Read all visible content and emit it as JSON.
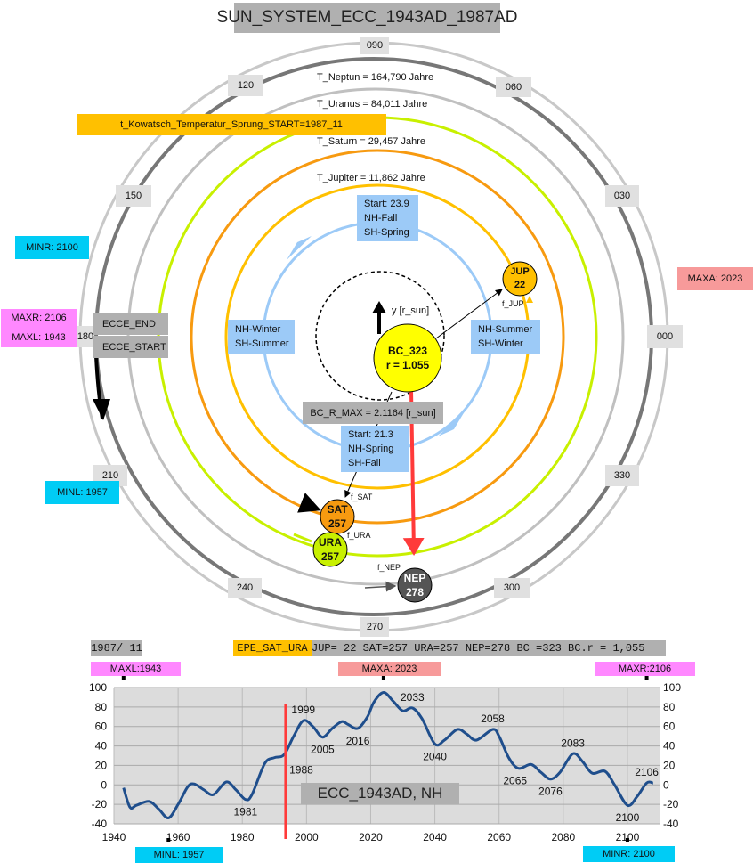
{
  "title": "SUN_SYSTEM_ECC_1943AD_1987AD",
  "angles": [
    "090",
    "060",
    "030",
    "000",
    "330",
    "300",
    "270",
    "240",
    "210",
    "180",
    "150",
    "120"
  ],
  "periods": {
    "neptun": "T_Neptun  = 164,790 Jahre",
    "uranus": "T_Uranus  = 84,011  Jahre",
    "saturn": "T_Saturn  = 29,457  Jahre",
    "jupiter": "T_Jupiter = 11,862  Jahre"
  },
  "kowatsch": "t_Kowatsch_Temperatur_Sprung_START=1987_11",
  "season_boxes": {
    "top": [
      "Start: 23.9",
      "NH-Fall",
      "SH-Spring"
    ],
    "bottom": [
      "Start: 21.3",
      "NH-Spring",
      "SH-Fall"
    ],
    "left": [
      "NH-Winter",
      "SH-Summer"
    ],
    "right": [
      "NH-Summer",
      "SH-Winter"
    ]
  },
  "bc": {
    "name": "BC_323",
    "radius": "r = 1.055",
    "r_max": "BC_R_MAX = 2.1164  [r_sun]",
    "axis": "y  [r_sun]"
  },
  "planets": [
    {
      "name": "JUP",
      "value": "22",
      "force": "f_JUP",
      "color": "#ffc000"
    },
    {
      "name": "SAT",
      "value": "257",
      "force": "f_SAT",
      "color": "#f79a10"
    },
    {
      "name": "URA",
      "value": "257",
      "force": "f_URA",
      "color": "#c8f000"
    },
    {
      "name": "NEP",
      "value": "278",
      "force": "f_NEP",
      "color": "#555555"
    }
  ],
  "side_labels": {
    "minr": "MINR: 2100",
    "maxr": "MAXR: 2106",
    "maxl": "MAXL: 1943",
    "minl": "MINL: 1957",
    "maxa": "MAXA: 2023",
    "ecce_end": "ECCE_END",
    "ecce_start": "ECCE_START"
  },
  "status": {
    "date": "1987/ 11",
    "epe": "EPE_SAT_URA",
    "values": "JUP= 22  SAT=257  URA=257  NEP=278  BC =323  BC.r = 1,055"
  },
  "chart_markers": {
    "maxl": "MAXL:1943",
    "maxa": "MAXA: 2023",
    "maxr": "MAXR:2106",
    "minl": "MINL: 1957",
    "minr": "MINR: 2100"
  },
  "chart_data": {
    "type": "line",
    "title": "ECC_1943AD, NH",
    "xlim": [
      1940,
      2110
    ],
    "ylim": [
      -40,
      100
    ],
    "xticks": [
      1940,
      1960,
      1980,
      2000,
      2020,
      2040,
      2060,
      2080,
      2100
    ],
    "yticks": [
      -40,
      -20,
      0,
      20,
      40,
      60,
      80,
      100
    ],
    "grid": true,
    "vline_x": 1993.5,
    "series": [
      {
        "name": "ECC",
        "color": "#1f4e8c",
        "x": [
          1943,
          1945,
          1947,
          1951,
          1954,
          1957,
          1960,
          1963,
          1965,
          1968,
          1971,
          1975,
          1978,
          1981,
          1983,
          1987,
          1990,
          1993,
          1996,
          1999,
          2002,
          2005,
          2008,
          2011,
          2013,
          2016,
          2019,
          2021,
          2024,
          2027,
          2030,
          2033,
          2036,
          2040,
          2043,
          2047,
          2050,
          2053,
          2058,
          2060,
          2063,
          2066,
          2070,
          2073,
          2076,
          2079,
          2083,
          2086,
          2089,
          2093,
          2096,
          2100,
          2103,
          2106,
          2108
        ],
        "y": [
          -3,
          -23,
          -21,
          -17,
          -25,
          -34,
          -20,
          -2,
          1,
          -5,
          -10,
          3,
          -5,
          -15,
          -10,
          22,
          28,
          31,
          50,
          66,
          60,
          49,
          58,
          65,
          62,
          58,
          70,
          85,
          95,
          86,
          76,
          79,
          68,
          42,
          46,
          57,
          52,
          46,
          57,
          50,
          28,
          17,
          21,
          13,
          6,
          13,
          32,
          24,
          12,
          14,
          0,
          -21,
          -12,
          2,
          2
        ]
      }
    ],
    "annotations": [
      {
        "text": "1981",
        "x": 1981,
        "y": -15
      },
      {
        "text": "1988",
        "x": 1993,
        "y": 28
      },
      {
        "text": "1999",
        "x": 1999,
        "y": 66
      },
      {
        "text": "2005",
        "x": 2005,
        "y": 49
      },
      {
        "text": "2016",
        "x": 2016,
        "y": 58
      },
      {
        "text": "2033",
        "x": 2033,
        "y": 79
      },
      {
        "text": "2040",
        "x": 2040,
        "y": 42
      },
      {
        "text": "2058",
        "x": 2058,
        "y": 57
      },
      {
        "text": "2065",
        "x": 2065,
        "y": 17
      },
      {
        "text": "2076",
        "x": 2076,
        "y": 6
      },
      {
        "text": "2083",
        "x": 2083,
        "y": 32
      },
      {
        "text": "2100",
        "x": 2100,
        "y": -21
      },
      {
        "text": "2106",
        "x": 2106,
        "y": 2
      }
    ]
  }
}
